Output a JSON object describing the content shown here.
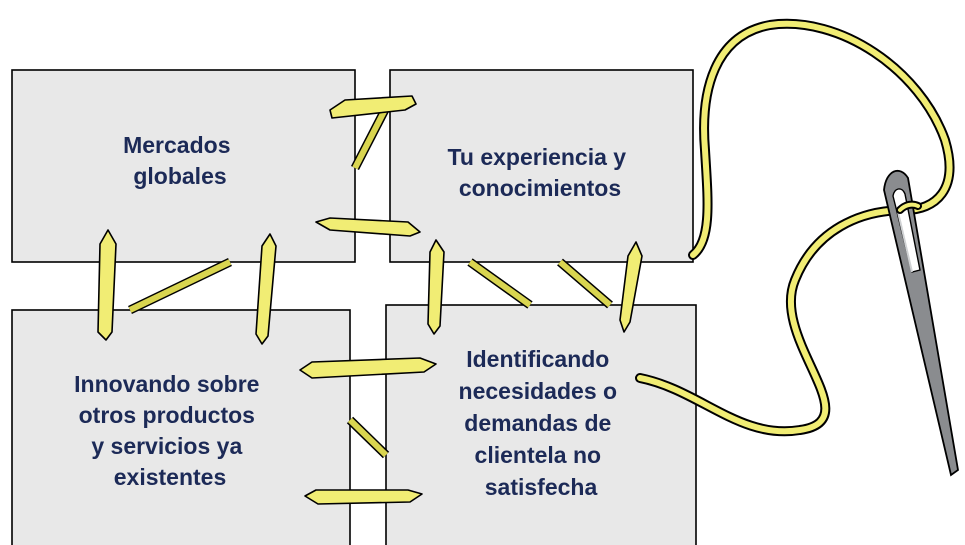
{
  "boxes": {
    "top_left": [
      "Mercados",
      "globales"
    ],
    "top_right": [
      "Tu experiencia y",
      "conocimientos"
    ],
    "bottom_left": [
      "Innovando sobre",
      "otros productos",
      "y servicios ya",
      "existentes"
    ],
    "bottom_right": [
      "Identificando",
      "necesidades o",
      "demandas de",
      "clientela no",
      "satisfecha"
    ]
  },
  "colors": {
    "thread": "#f1ed74",
    "box_fill": "#e8e8e8",
    "text": "#1c2a57",
    "needle": "#8a8c8f"
  },
  "icons": {
    "needle": "sewing-needle-icon",
    "thread": "thread-icon"
  }
}
